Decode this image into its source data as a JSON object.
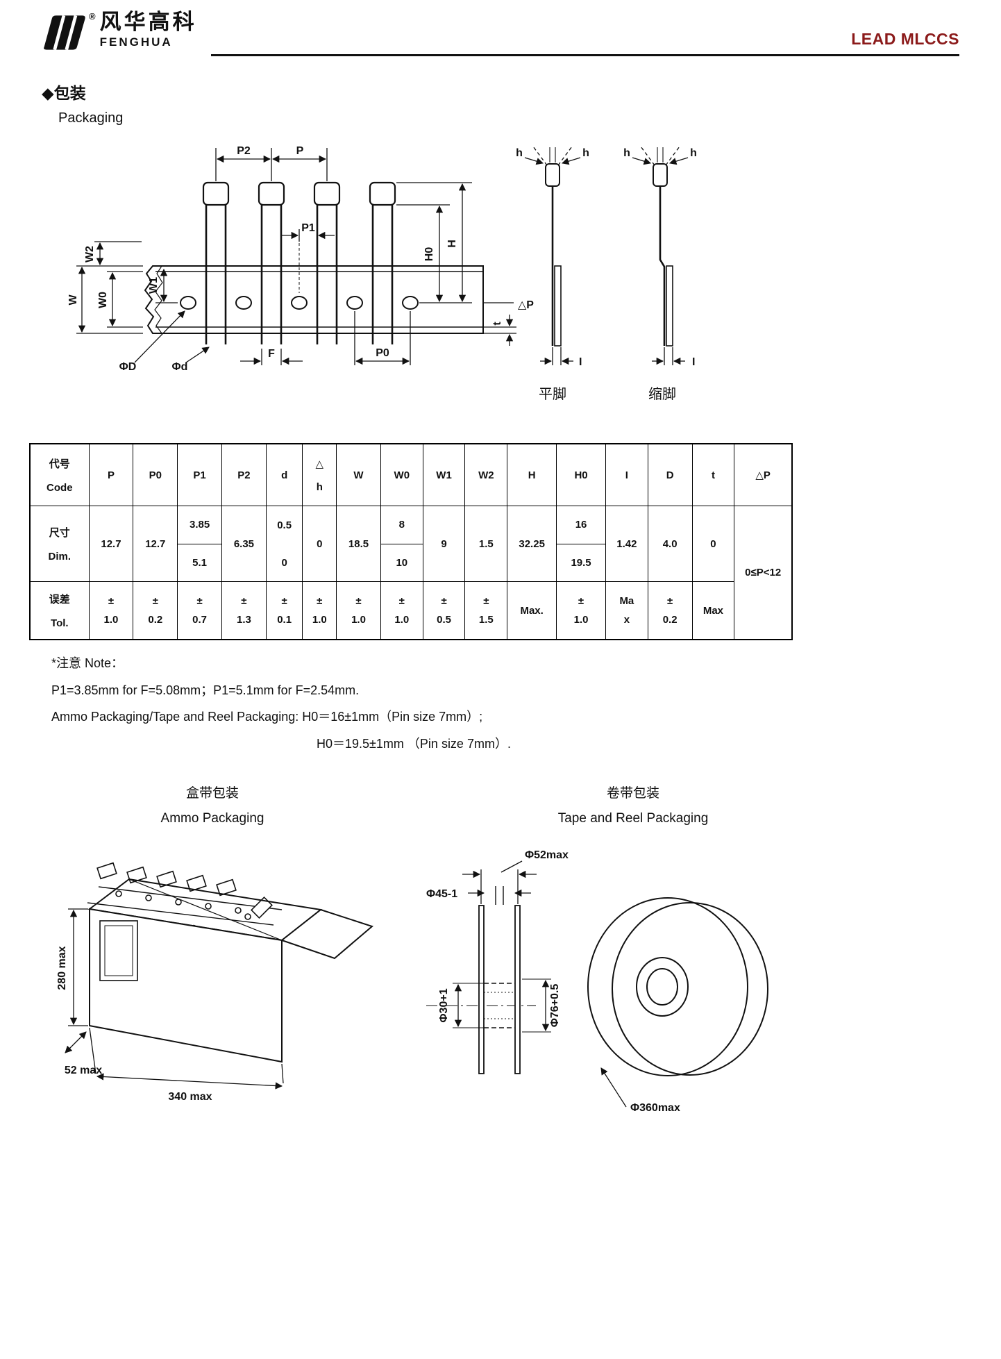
{
  "header": {
    "logo_cn": "风华高科",
    "logo_en": "FENGHUA",
    "reg_mark": "®",
    "doc_title": "LEAD MLCCS"
  },
  "colors": {
    "title_accent": "#8b1a1a",
    "ink": "#111111"
  },
  "section": {
    "title_cn": "◆包装",
    "title_en": "Packaging"
  },
  "tape_diagram": {
    "p2": "P2",
    "p": "P",
    "p1": "P1",
    "p0": "P0",
    "f": "F",
    "phi_d_cap": "ΦD",
    "phi_d": "Φd",
    "w": "W",
    "w0": "W0",
    "w1": "W1",
    "w2": "W2",
    "h_cap": "H",
    "h0": "H0",
    "t": "t",
    "dp": "△P",
    "h_small": "h",
    "i": "I",
    "flat_foot": "平脚",
    "crimp_foot": "缩脚"
  },
  "table": {
    "code_cn": "代号",
    "code_en": "Code",
    "dim_cn": "尺寸",
    "dim_en": "Dim.",
    "tol_cn": "误差",
    "tol_en": "Tol.",
    "cols": {
      "p": {
        "h": "P",
        "dim": "12.7",
        "tol_sign": "±",
        "tol": "1.0"
      },
      "p0": {
        "h": "P0",
        "dim": "12.7",
        "tol_sign": "±",
        "tol": "0.2"
      },
      "p1": {
        "h": "P1",
        "dim_a": "3.85",
        "dim_b": "5.1",
        "tol_sign": "±",
        "tol": "0.7"
      },
      "p2": {
        "h": "P2",
        "dim": "6.35",
        "tol_sign": "±",
        "tol": "1.3"
      },
      "d": {
        "h": "d",
        "dim_a": "0.5",
        "dim_b": "0",
        "tol_sign": "±",
        "tol": "0.1"
      },
      "dh": {
        "h_a": "△",
        "h_b": "h",
        "dim": "0",
        "tol_sign": "±",
        "tol": "1.0"
      },
      "w": {
        "h": "W",
        "dim": "18.5",
        "tol_sign": "±",
        "tol": "1.0"
      },
      "w0": {
        "h": "W0",
        "dim_a": "8",
        "dim_b": "10",
        "tol_sign": "±",
        "tol": "1.0"
      },
      "w1": {
        "h": "W1",
        "dim": "9",
        "tol_sign": "±",
        "tol": "0.5"
      },
      "w2": {
        "h": "W2",
        "dim": "1.5",
        "tol_sign": "±",
        "tol": "1.5"
      },
      "hh": {
        "h": "H",
        "dim": "32.25",
        "tol": "Max."
      },
      "h0": {
        "h": "H0",
        "dim_a": "16",
        "dim_b": "19.5",
        "tol_sign": "±",
        "tol": "1.0"
      },
      "i": {
        "h": "I",
        "dim": "1.42",
        "tol_a": "Ma",
        "tol_b": "x"
      },
      "dcap": {
        "h": "D",
        "dim": "4.0",
        "tol_sign": "±",
        "tol": "0.2"
      },
      "t": {
        "h": "t",
        "dim": "0",
        "tol": "Max"
      },
      "dp": {
        "h": "△P",
        "range": "0≤P<12"
      }
    }
  },
  "notes": {
    "title": "*注意 Note：",
    "line1": "P1=3.85mm for F=5.08mm；P1=5.1mm for F=2.54mm.",
    "line2": "Ammo Packaging/Tape and Reel Packaging: H0＝16±1mm（Pin size 7mm）;",
    "line3": "H0＝19.5±1mm （Pin size 7mm）."
  },
  "ammo": {
    "title_cn": "盒带包装",
    "title_en": "Ammo Packaging",
    "dim_height": "280 max",
    "dim_depth": "52 max",
    "dim_width": "340 max"
  },
  "reel": {
    "title_cn": "卷带包装",
    "title_en": "Tape and Reel Packaging",
    "d52": "Φ52max",
    "d45": "Φ45-1",
    "d30": "Φ30+1",
    "d76": "Φ76+0.5",
    "d360": "Φ360max"
  }
}
